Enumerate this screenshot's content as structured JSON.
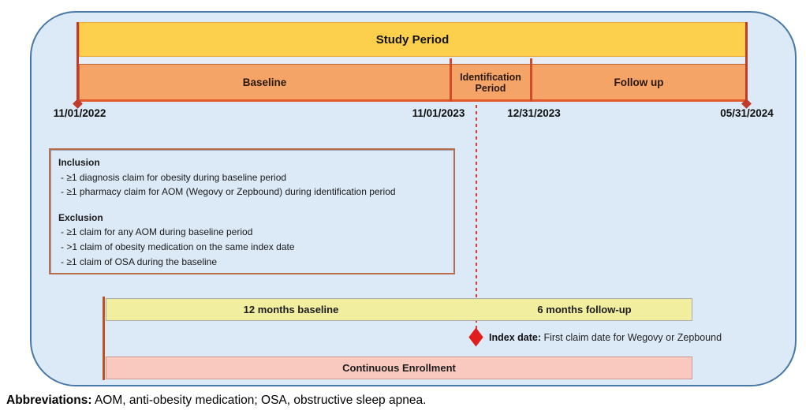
{
  "header": {
    "study_period": "Study Period"
  },
  "timeline": {
    "baseline": "Baseline",
    "identification": "Identification Period",
    "followup": "Follow up",
    "dates": [
      "11/01/2022",
      "11/01/2023",
      "12/31/2023",
      "05/31/2024"
    ]
  },
  "criteria": {
    "inclusion_title": "Inclusion",
    "inclusion_items": [
      "- ≥1 diagnosis claim for obesity during baseline period",
      "- ≥1 pharmacy claim for AOM (Wegovy or Zepbound) during identification period"
    ],
    "exclusion_title": "Exclusion",
    "exclusion_items": [
      "- ≥1 claim for any AOM during baseline period",
      "- >1 claim of obesity medication on the same index date",
      "- ≥1 claim of OSA during the baseline"
    ]
  },
  "lower": {
    "baseline": "12 months baseline",
    "followup": "6 months follow-up",
    "index_bold": "Index date:",
    "index_text": " First claim date for Wegovy or Zepbound",
    "enrollment": "Continuous Enrollment"
  },
  "footer": {
    "bold": "Abbreviations:",
    "text": " AOM, anti-obesity medication; OSA, obstructive sleep apnea."
  },
  "colors": {
    "container_background": "#dce9f6",
    "container_border": "#4878a8",
    "study_period_bar": "#fccf4d",
    "phase_bar": "#f4a467",
    "phase_bar_edge": "#e05a2b",
    "end_marker_line": "#c03b28",
    "index_dashed_line": "#e8392c",
    "index_diamond": "#e01f1d",
    "lower_baseline_bar": "#f1ef9f",
    "enrollment_bar": "#f9c8be",
    "criteria_box_border": "#b86e4b",
    "lower_left_line": "#bf531f"
  }
}
